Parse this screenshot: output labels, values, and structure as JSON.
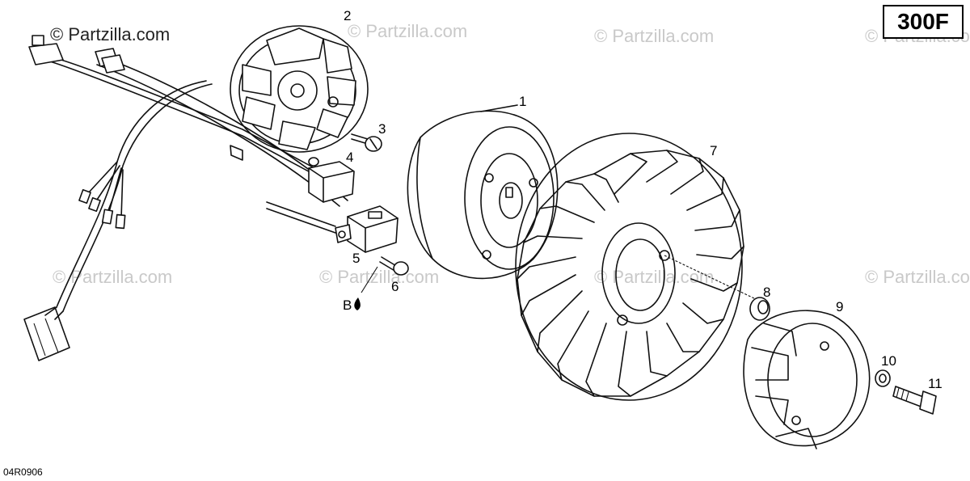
{
  "model_label": "300F",
  "reference_code": "04R0906",
  "watermark": "© Partzilla.com",
  "marker_text": "B",
  "callouts": [
    "1",
    "2",
    "3",
    "4",
    "5",
    "6",
    "7",
    "8",
    "9",
    "10",
    "11"
  ]
}
